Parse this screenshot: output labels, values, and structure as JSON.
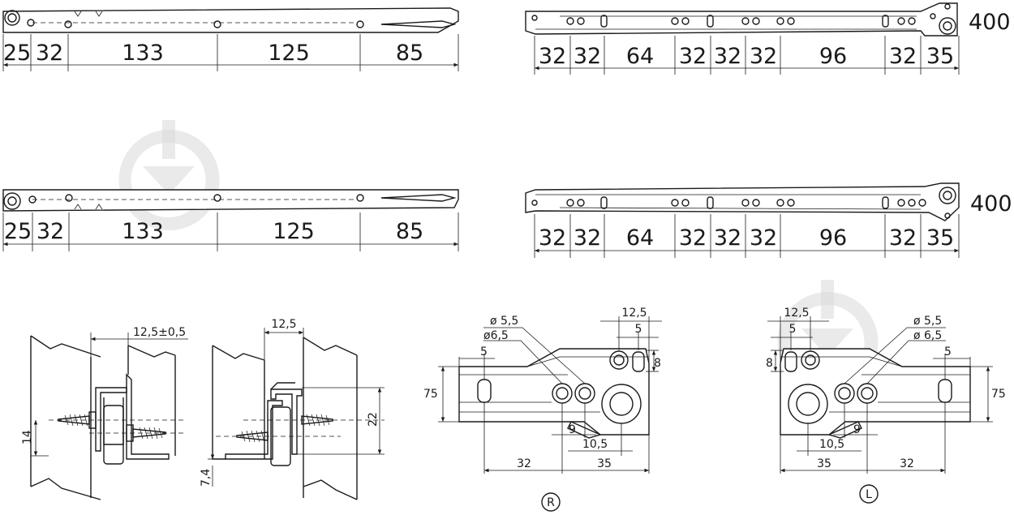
{
  "rail_top_left": {
    "dims": [
      "25",
      "32",
      "133",
      "125",
      "85"
    ]
  },
  "rail_top_right": {
    "dims": [
      "32",
      "32",
      "64",
      "32",
      "32",
      "32",
      "96",
      "32",
      "35"
    ],
    "length": "400"
  },
  "rail_mid_left": {
    "dims": [
      "25",
      "32",
      "133",
      "125",
      "85"
    ]
  },
  "rail_mid_right": {
    "dims": [
      "32",
      "32",
      "64",
      "32",
      "32",
      "32",
      "96",
      "32",
      "35"
    ],
    "length": "400"
  },
  "section_a": {
    "gap": "12,5±0,5",
    "height": "14"
  },
  "section_b": {
    "gap": "12,5",
    "height": "22",
    "offset": "7,4"
  },
  "detail_r": {
    "d1": "ø 5,5",
    "d2": "ø6,5",
    "w1": "12,5",
    "w2": "5",
    "h1": "8",
    "left_off": "5",
    "height": "75",
    "x1": "9",
    "x2": "10,5",
    "span1": "32",
    "span2": "35",
    "marker": "R"
  },
  "detail_l": {
    "d1": "ø 5,5",
    "d2": "ø 6,5",
    "w1": "12,5",
    "w2": "5",
    "h1": "8",
    "right_off": "5",
    "height": "75",
    "x1": "9",
    "x2": "10,5",
    "span1": "35",
    "span2": "32",
    "marker": "L"
  }
}
